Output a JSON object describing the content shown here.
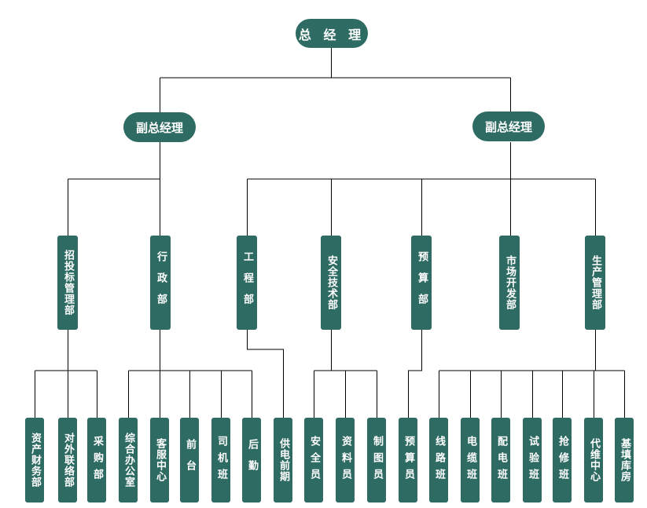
{
  "top": {
    "label": "总 经 理"
  },
  "deputies": [
    {
      "label": "副总经理"
    },
    {
      "label": "副总经理"
    }
  ],
  "departments": [
    {
      "label": "招投标管理部"
    },
    {
      "label": "行政部"
    },
    {
      "label": "工程部"
    },
    {
      "label": "安全技术部"
    },
    {
      "label": "预算部"
    },
    {
      "label": "市场开发部"
    },
    {
      "label": "生产管理部"
    }
  ],
  "units": [
    {
      "label": "资产财务部"
    },
    {
      "label": "对外联络部"
    },
    {
      "label": "采购部"
    },
    {
      "label": "综合办公室"
    },
    {
      "label": "客服中心"
    },
    {
      "label": "前台"
    },
    {
      "label": "司机班"
    },
    {
      "label": "后勤"
    },
    {
      "label": "供电前期"
    },
    {
      "label": "安全员"
    },
    {
      "label": "资料员"
    },
    {
      "label": "制图员"
    },
    {
      "label": "预算员"
    },
    {
      "label": "线路班"
    },
    {
      "label": "电缆班"
    },
    {
      "label": "配电班"
    },
    {
      "label": "试验班"
    },
    {
      "label": "抢修班"
    },
    {
      "label": "代维中心"
    },
    {
      "label": "基填库房"
    }
  ],
  "colors": {
    "node_fill": "#2e6b63",
    "node_text": "#ffffff",
    "line": "#000000"
  }
}
